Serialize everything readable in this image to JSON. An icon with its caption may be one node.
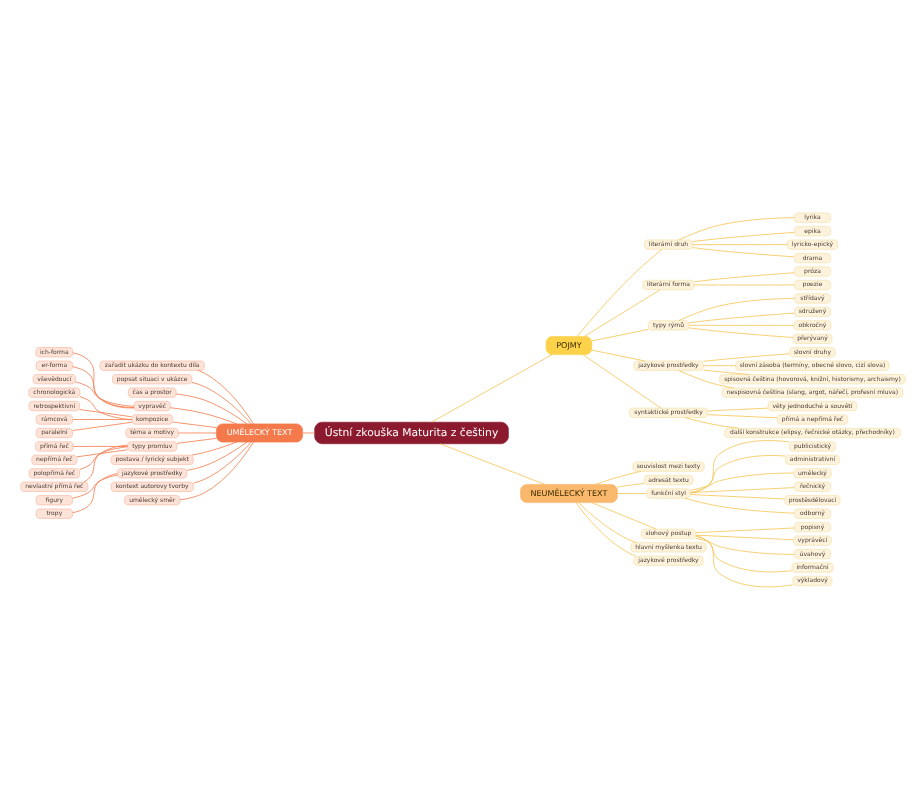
{
  "diagram": {
    "nodes": [
      {
        "text": [
          "Ústní zkouška Maturita z češtiny"
        ]
      },
      {
        "text": [
          "POJMY"
        ]
      },
      {
        "text": [
          "literární druh"
        ]
      },
      {
        "text": [
          "lyrika"
        ]
      },
      {
        "text": [
          "epika"
        ]
      },
      {
        "text": [
          "lyricko-epický"
        ]
      },
      {
        "text": [
          "drama"
        ]
      },
      {
        "text": [
          "literární forma"
        ]
      },
      {
        "text": [
          "próza"
        ]
      },
      {
        "text": [
          "poezie"
        ]
      },
      {
        "text": [
          "typy rýmů"
        ]
      },
      {
        "text": [
          "střídavý"
        ]
      },
      {
        "text": [
          "sdružený"
        ]
      },
      {
        "text": [
          "obkročný"
        ]
      },
      {
        "text": [
          "přerývaný"
        ]
      },
      {
        "text": [
          "jazykové prostředky"
        ]
      },
      {
        "text": [
          "slovní druhy"
        ]
      },
      {
        "text": [
          "slovní zásoba (termíny, obecné slovo, cizí slova)"
        ]
      },
      {
        "text": [
          "spisovná čeština (hovorová, knižní, historismy, archaismy)"
        ]
      },
      {
        "text": [
          "nespisovná čeština (slang, argot, nářečí, profesní mluva)"
        ]
      },
      {
        "text": [
          "syntaktické prostředky"
        ]
      },
      {
        "text": [
          "věty jednoduché a souvětí"
        ]
      },
      {
        "text": [
          "přímá a nepřímá řeč"
        ]
      },
      {
        "text": [
          "další konstrukce (elipsy, řečnické otázky, přechodníky)"
        ]
      },
      {
        "text": [
          "UMĚLECKÝ TEXT"
        ]
      },
      {
        "text": [
          "zařadit ukázku do kontextu díla"
        ]
      },
      {
        "text": [
          "popsat situaci v ukázce"
        ]
      },
      {
        "text": [
          "čas a prostor"
        ]
      },
      {
        "text": [
          "vypravěč"
        ]
      },
      {
        "text": [
          "ich-forma"
        ]
      },
      {
        "text": [
          "er-forma"
        ]
      },
      {
        "text": [
          "vševědoucí"
        ]
      },
      {
        "text": [
          "kompozice"
        ]
      },
      {
        "text": [
          "chronologická"
        ]
      },
      {
        "text": [
          "retrospektivní"
        ]
      },
      {
        "text": [
          "rámcová"
        ]
      },
      {
        "text": [
          "paralelní"
        ]
      },
      {
        "text": [
          "téma a motivy"
        ]
      },
      {
        "text": [
          "typy promluv"
        ]
      },
      {
        "text": [
          "přímá řeč"
        ]
      },
      {
        "text": [
          "nepřímá řeč"
        ]
      },
      {
        "text": [
          "polopřímá řeč"
        ]
      },
      {
        "text": [
          "nevlastní přímá řeč"
        ]
      },
      {
        "text": [
          "postava / lyrický subjekt"
        ]
      },
      {
        "text": [
          "jazykové prostředky"
        ]
      },
      {
        "text": [
          "figury"
        ]
      },
      {
        "text": [
          "tropy"
        ]
      },
      {
        "text": [
          "kontext autorovy tvorby"
        ]
      },
      {
        "text": [
          "umělecký směr"
        ]
      },
      {
        "text": [
          "NEUMĚLECKÝ TEXT"
        ]
      },
      {
        "text": [
          "souvislost mezi texty"
        ]
      },
      {
        "text": [
          "adresát textu"
        ]
      },
      {
        "text": [
          "funkční styl"
        ]
      },
      {
        "text": [
          "publicistický"
        ]
      },
      {
        "text": [
          "administrativní"
        ]
      },
      {
        "text": [
          "umělecký"
        ]
      },
      {
        "text": [
          "řečnický"
        ]
      },
      {
        "text": [
          "prostěsdělovací"
        ]
      },
      {
        "text": [
          "odborný"
        ]
      },
      {
        "text": [
          "slohový postup"
        ]
      },
      {
        "text": [
          "popisný"
        ]
      },
      {
        "text": [
          "vyprávěcí"
        ]
      },
      {
        "text": [
          "úvahový"
        ]
      },
      {
        "text": [
          "informační"
        ]
      },
      {
        "text": [
          "výkladový"
        ]
      },
      {
        "text": [
          "hlavní myšlenka textu"
        ]
      },
      {
        "text": [
          "jazykové prostředky"
        ]
      }
    ],
    "edges": [
      {
        "from": 0,
        "to": 1,
        "arrow": "none"
      },
      {
        "from": 1,
        "to": 2,
        "arrow": "none"
      },
      {
        "from": 2,
        "to": 3,
        "arrow": "none"
      },
      {
        "from": 2,
        "to": 4,
        "arrow": "none"
      },
      {
        "from": 2,
        "to": 5,
        "arrow": "none"
      },
      {
        "from": 2,
        "to": 6,
        "arrow": "none"
      },
      {
        "from": 1,
        "to": 7,
        "arrow": "none"
      },
      {
        "from": 7,
        "to": 8,
        "arrow": "none"
      },
      {
        "from": 7,
        "to": 9,
        "arrow": "none"
      },
      {
        "from": 1,
        "to": 10,
        "arrow": "none"
      },
      {
        "from": 10,
        "to": 11,
        "arrow": "none"
      },
      {
        "from": 10,
        "to": 12,
        "arrow": "none"
      },
      {
        "from": 10,
        "to": 13,
        "arrow": "none"
      },
      {
        "from": 10,
        "to": 14,
        "arrow": "none"
      },
      {
        "from": 1,
        "to": 15,
        "arrow": "none"
      },
      {
        "from": 15,
        "to": 16,
        "arrow": "none"
      },
      {
        "from": 15,
        "to": 17,
        "arrow": "none"
      },
      {
        "from": 15,
        "to": 18,
        "arrow": "none"
      },
      {
        "from": 15,
        "to": 19,
        "arrow": "none"
      },
      {
        "from": 1,
        "to": 20,
        "arrow": "none"
      },
      {
        "from": 20,
        "to": 21,
        "arrow": "none"
      },
      {
        "from": 20,
        "to": 22,
        "arrow": "none"
      },
      {
        "from": 20,
        "to": 23,
        "arrow": "none"
      },
      {
        "from": 0,
        "to": 24,
        "arrow": "none",
        "color": "#f47a4b"
      },
      {
        "from": 24,
        "to": 25,
        "arrow": "none",
        "color": "#f47a4b"
      },
      {
        "from": 24,
        "to": 26,
        "arrow": "none",
        "color": "#f47a4b"
      },
      {
        "from": 24,
        "to": 27,
        "arrow": "none",
        "color": "#f47a4b"
      },
      {
        "from": 24,
        "to": 28,
        "arrow": "none",
        "color": "#f47a4b"
      },
      {
        "from": 28,
        "to": 29,
        "arrow": "none",
        "color": "#f47a4b"
      },
      {
        "from": 28,
        "to": 30,
        "arrow": "none",
        "color": "#f47a4b"
      },
      {
        "from": 28,
        "to": 31,
        "arrow": "none",
        "color": "#f47a4b"
      },
      {
        "from": 24,
        "to": 32,
        "arrow": "none",
        "color": "#f47a4b"
      },
      {
        "from": 32,
        "to": 33,
        "arrow": "none",
        "color": "#f47a4b"
      },
      {
        "from": 32,
        "to": 34,
        "arrow": "none",
        "color": "#f47a4b"
      },
      {
        "from": 32,
        "to": 35,
        "arrow": "none",
        "color": "#f47a4b"
      },
      {
        "from": 32,
        "to": 36,
        "arrow": "none",
        "color": "#f47a4b"
      },
      {
        "from": 24,
        "to": 37,
        "arrow": "none",
        "color": "#f47a4b"
      },
      {
        "from": 24,
        "to": 38,
        "arrow": "none",
        "color": "#f47a4b"
      },
      {
        "from": 38,
        "to": 39,
        "arrow": "none",
        "color": "#f47a4b"
      },
      {
        "from": 38,
        "to": 40,
        "arrow": "none",
        "color": "#f47a4b"
      },
      {
        "from": 38,
        "to": 41,
        "arrow": "none",
        "color": "#f47a4b"
      },
      {
        "from": 38,
        "to": 42,
        "arrow": "none",
        "color": "#f47a4b"
      },
      {
        "from": 24,
        "to": 43,
        "arrow": "none",
        "color": "#f47a4b"
      },
      {
        "from": 24,
        "to": 44,
        "arrow": "none",
        "color": "#f47a4b"
      },
      {
        "from": 44,
        "to": 45,
        "arrow": "none",
        "color": "#f47a4b"
      },
      {
        "from": 44,
        "to": 46,
        "arrow": "none",
        "color": "#f47a4b"
      },
      {
        "from": 24,
        "to": 47,
        "arrow": "none",
        "color": "#f47a4b"
      },
      {
        "from": 24,
        "to": 48,
        "arrow": "none",
        "color": "#f47a4b"
      },
      {
        "from": 0,
        "to": 49,
        "arrow": "none"
      },
      {
        "from": 49,
        "to": 50,
        "arrow": "none"
      },
      {
        "from": 49,
        "to": 51,
        "arrow": "none"
      },
      {
        "from": 49,
        "to": 52,
        "arrow": "none"
      },
      {
        "from": 52,
        "to": 53,
        "arrow": "none"
      },
      {
        "from": 52,
        "to": 54,
        "arrow": "none"
      },
      {
        "from": 52,
        "to": 55,
        "arrow": "none"
      },
      {
        "from": 52,
        "to": 56,
        "arrow": "none"
      },
      {
        "from": 52,
        "to": 57,
        "arrow": "none"
      },
      {
        "from": 52,
        "to": 58,
        "arrow": "none"
      },
      {
        "from": 49,
        "to": 59,
        "arrow": "none"
      },
      {
        "from": 59,
        "to": 60,
        "arrow": "none"
      },
      {
        "from": 59,
        "to": 61,
        "arrow": "none"
      },
      {
        "from": 59,
        "to": 62,
        "arrow": "none"
      },
      {
        "from": 59,
        "to": 63,
        "arrow": "none"
      },
      {
        "from": 59,
        "to": 64,
        "arrow": "none"
      },
      {
        "from": 49,
        "to": 65,
        "arrow": "none"
      },
      {
        "from": 49,
        "to": 66,
        "arrow": "none"
      }
    ]
  }
}
